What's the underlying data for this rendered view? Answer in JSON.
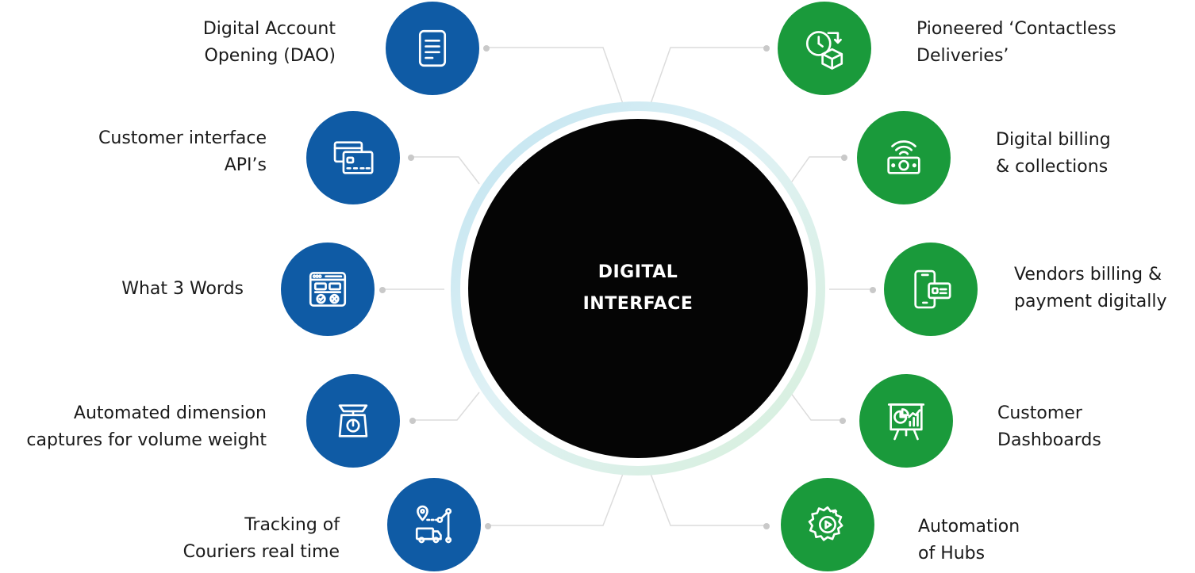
{
  "center": {
    "line1": "DIGITAL",
    "line2": "INTERFACE"
  },
  "colors": {
    "blue": "#0f5ba5",
    "green": "#1a9a3b",
    "connector": "#dcdcdc"
  },
  "left_items": [
    {
      "icon": "document-icon",
      "lines": [
        "Digital Account",
        "Opening (DAO)"
      ]
    },
    {
      "icon": "cards-icon",
      "lines": [
        "Customer interface",
        "API’s"
      ]
    },
    {
      "icon": "browser-window-icon",
      "lines": [
        "What 3 Words"
      ]
    },
    {
      "icon": "weighing-scale-icon",
      "lines": [
        "Automated dimension",
        "captures for volume weight"
      ]
    },
    {
      "icon": "route-truck-icon",
      "lines": [
        "Tracking of",
        "Couriers real time"
      ]
    }
  ],
  "right_items": [
    {
      "icon": "clock-box-icon",
      "lines": [
        "Pioneered ‘Contactless",
        "Deliveries’"
      ]
    },
    {
      "icon": "wireless-cash-icon",
      "lines": [
        "Digital billing",
        "& collections"
      ]
    },
    {
      "icon": "phone-card-icon",
      "lines": [
        "Vendors billing &",
        "payment digitally"
      ]
    },
    {
      "icon": "dashboard-board-icon",
      "lines": [
        "Customer",
        "Dashboards"
      ]
    },
    {
      "icon": "gear-play-icon",
      "lines": [
        "Automation",
        "of Hubs"
      ]
    }
  ]
}
